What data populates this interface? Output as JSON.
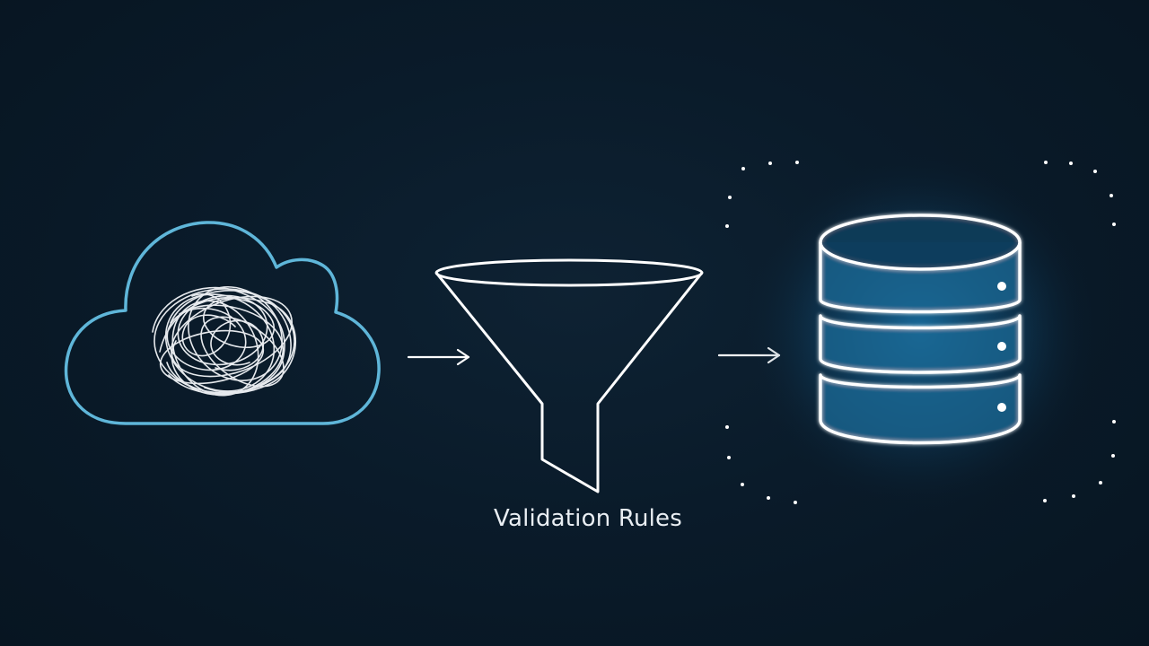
{
  "diagram": {
    "filter_label": "Validation Rules",
    "nodes": [
      {
        "id": "source",
        "icon": "cloud-icon",
        "content": "tangled-data-scribble"
      },
      {
        "id": "filter",
        "icon": "funnel-icon"
      },
      {
        "id": "store",
        "icon": "database-icon",
        "frame": "dotted-border",
        "glow": true
      }
    ],
    "edges": [
      {
        "from": "source",
        "to": "filter"
      },
      {
        "from": "filter",
        "to": "store"
      }
    ]
  },
  "colors": {
    "background": "#0a1b2a",
    "cloud_stroke": "#5fb6d9",
    "line_white": "#ffffff",
    "glow": "#2fa6e6"
  }
}
